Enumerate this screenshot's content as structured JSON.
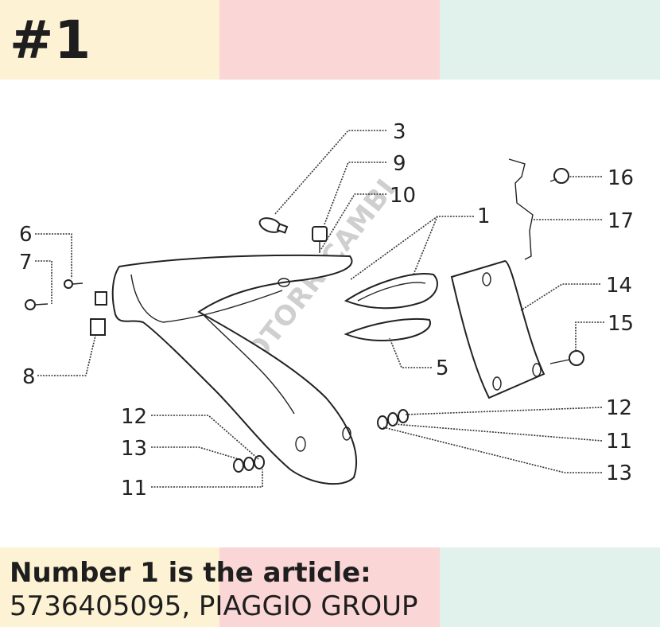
{
  "badge": "#1",
  "caption": {
    "line1": "Number 1 is the article:",
    "line2": "5736405095, PIAGGIO GROUP"
  },
  "colors": {
    "swatch_cream": "#fdf3d4",
    "swatch_pink": "#fad6d6",
    "swatch_mint": "#e1f2ec"
  },
  "diagram": {
    "callouts": {
      "c1": "1",
      "c3": "3",
      "c5": "5",
      "c6": "6",
      "c7": "7",
      "c8": "8",
      "c9": "9",
      "c10": "10",
      "c11a": "11",
      "c11b": "11",
      "c12a": "12",
      "c12b": "12",
      "c13a": "13",
      "c13b": "13",
      "c14": "14",
      "c15": "15",
      "c16": "16",
      "c17": "17"
    },
    "watermark": "MOTORRICAMBI"
  }
}
